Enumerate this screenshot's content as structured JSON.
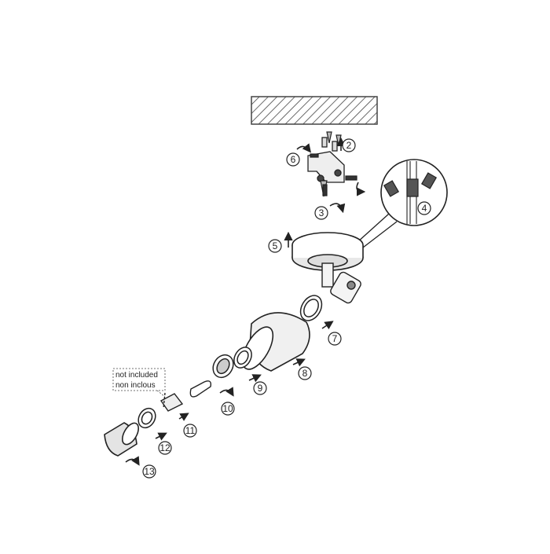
{
  "diagram": {
    "steps": [
      {
        "number": "2"
      },
      {
        "number": "3"
      },
      {
        "number": "4"
      },
      {
        "number": "5"
      },
      {
        "number": "6"
      },
      {
        "number": "7"
      },
      {
        "number": "8"
      },
      {
        "number": "9"
      },
      {
        "number": "10"
      },
      {
        "number": "11"
      },
      {
        "number": "12"
      },
      {
        "number": "13"
      }
    ],
    "note": {
      "line1": "not included",
      "line2": "non inclous"
    }
  }
}
